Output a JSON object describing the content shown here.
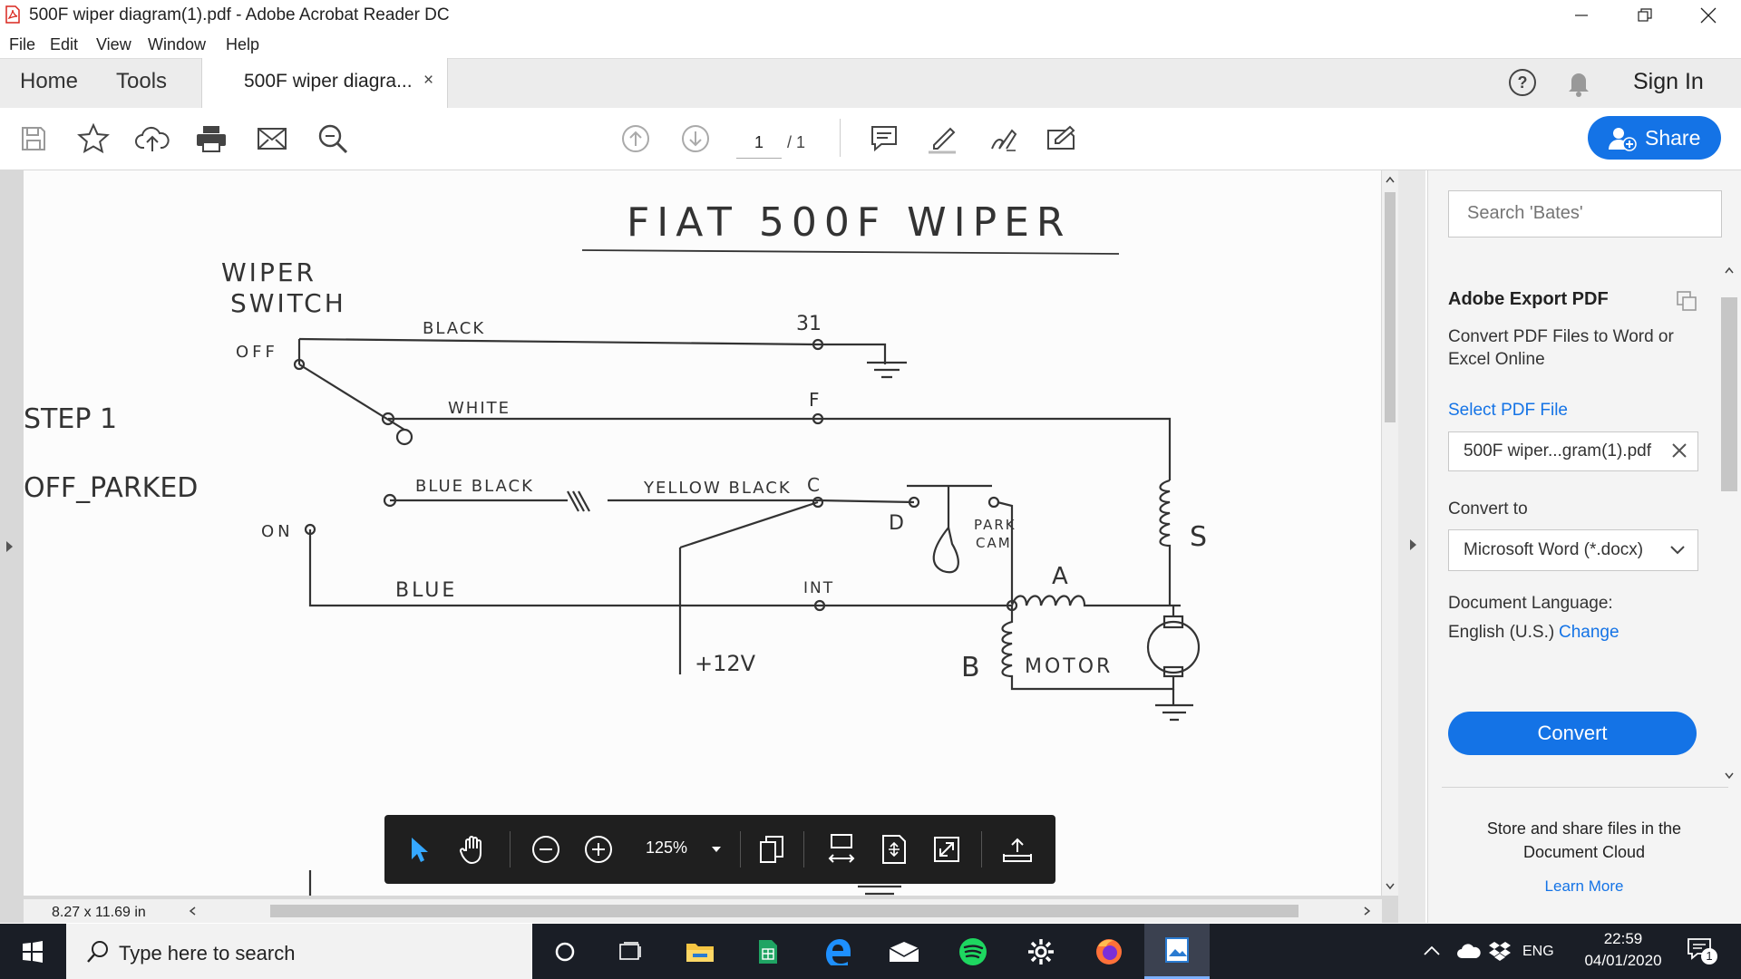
{
  "window": {
    "title": "500F wiper diagram(1).pdf - Adobe Acrobat Reader DC"
  },
  "menu": [
    "File",
    "Edit",
    "View",
    "Window",
    "Help"
  ],
  "tabs": {
    "home": "Home",
    "tools": "Tools",
    "document": "500F wiper diagra...",
    "close": "×"
  },
  "header": {
    "sign_in": "Sign In"
  },
  "toolbar": {
    "page_current": "1",
    "page_total": "/ 1",
    "share_label": "Share"
  },
  "document": {
    "dimensions": "8.27 x 11.69 in",
    "diagram": {
      "title": "FIAT 500F WIPER",
      "switch_label_1": "WIPER",
      "switch_label_2": "SWITCH",
      "step": "STEP 1",
      "state": "OFF_PARKED",
      "off": "OFF",
      "on": "ON",
      "black": "BLACK",
      "white": "WHITE",
      "blue_black": "BLUE BLACK",
      "yellow_black": "YELLOW BLACK",
      "blue": "BLUE",
      "t31": "31",
      "tf": "F",
      "tc": "C",
      "td": "D",
      "tint": "INT",
      "park_cam_1": "PARK",
      "park_cam_2": "CAM",
      "a": "A",
      "b": "B",
      "s": "S",
      "motor": "MOTOR",
      "plus12": "+12V"
    }
  },
  "right_panel": {
    "search_placeholder": "Search 'Bates'",
    "export_title": "Adobe Export PDF",
    "export_desc": "Convert PDF Files to Word or Excel Online",
    "select_file": "Select PDF File",
    "file_name": "500F wiper...gram(1).pdf",
    "convert_to_label": "Convert to",
    "convert_to_value": "Microsoft Word (*.docx)",
    "doc_lang_label": "Document Language:",
    "doc_lang_value": "English (U.S.)",
    "change": "Change",
    "convert_button": "Convert",
    "store_text": "Store and share files in the Document Cloud",
    "learn_more": "Learn More"
  },
  "zoom_toolbar": {
    "zoom_value": "125%"
  },
  "taskbar": {
    "search_placeholder": "Type here to search",
    "language": "ENG",
    "time": "22:59",
    "date": "04/01/2020",
    "notification_count": "1"
  }
}
